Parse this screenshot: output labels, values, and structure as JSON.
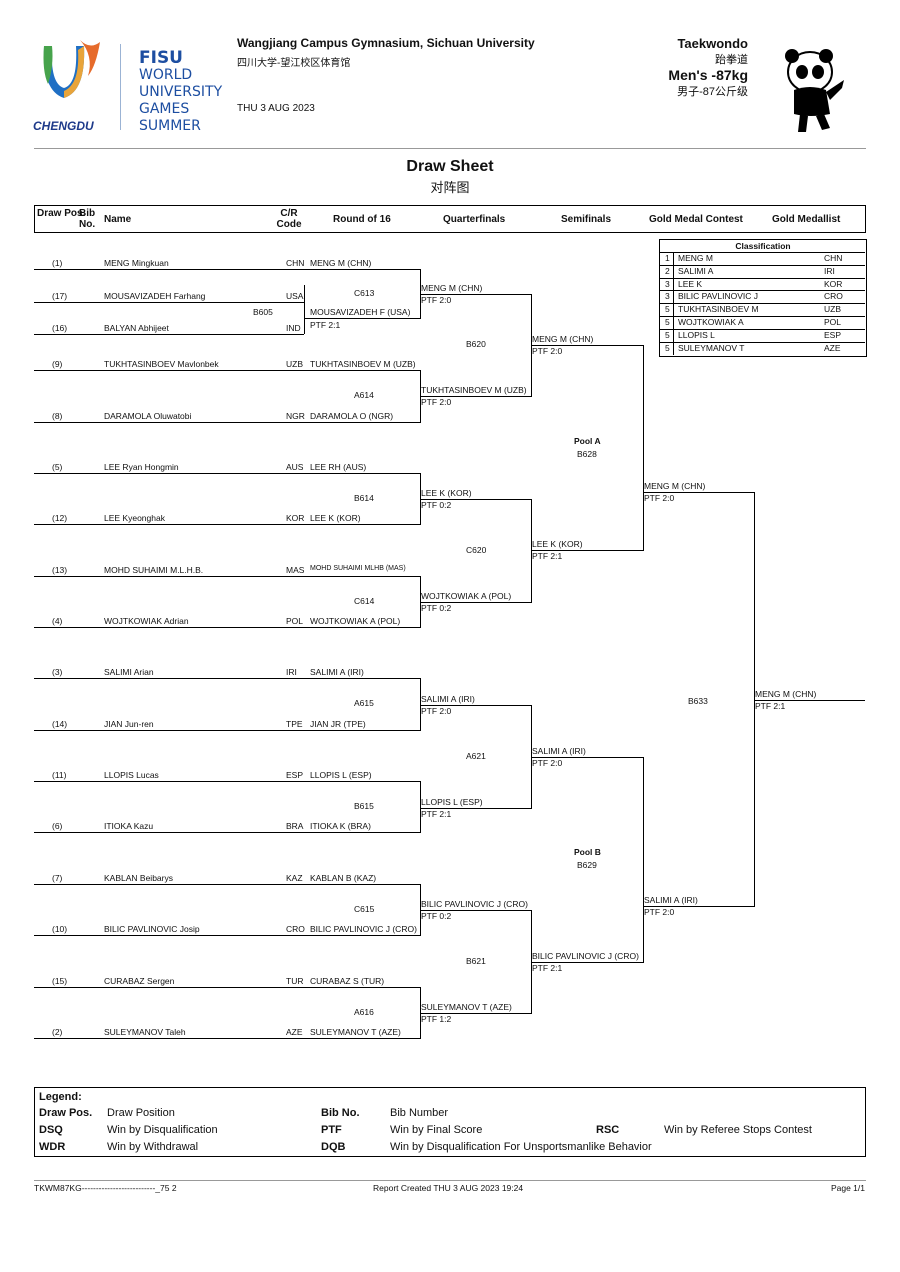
{
  "header": {
    "logo_city": "CHENGDU",
    "fisu_line1": "FISU",
    "fisu_line2": "WORLD",
    "fisu_line3": "UNIVERSITY",
    "fisu_line4": "GAMES",
    "fisu_line5": "SUMMER",
    "venue": "Wangjiang Campus Gymnasium, Sichuan University",
    "venue_cn": "四川大学-望江校区体育馆",
    "date": "THU 3 AUG 2023",
    "sport": "Taekwondo",
    "sport_cn": "跆拳道",
    "event": "Men's -87kg",
    "event_cn": "男子-87公斤级"
  },
  "title": "Draw Sheet",
  "title_cn": "对阵图",
  "columns": {
    "draw_pos": "Draw Pos.",
    "bib_no": "Bib No.",
    "name": "Name",
    "cr_code": "C/R Code",
    "r16": "Round of 16",
    "qf": "Quarterfinals",
    "sf": "Semifinals",
    "gmc": "Gold Medal Contest",
    "gm": "Gold Medallist"
  },
  "athletes": [
    {
      "pos": "(1)",
      "name": "MENG Mingkuan",
      "code": "CHN",
      "r16": "MENG M (CHN)"
    },
    {
      "pos": "(17)",
      "name": "MOUSAVIZADEH Farhang",
      "code": "USA",
      "r16": ""
    },
    {
      "pos": "(16)",
      "name": "BALYAN Abhijeet",
      "code": "IND",
      "r16": "PTF  2:1"
    },
    {
      "pos": "(9)",
      "name": "TUKHTASINBOEV Mavlonbek",
      "code": "UZB",
      "r16": "TUKHTASINBOEV M (UZB)"
    },
    {
      "pos": "(8)",
      "name": "DARAMOLA Oluwatobi",
      "code": "NGR",
      "r16": "DARAMOLA O (NGR)"
    },
    {
      "pos": "(5)",
      "name": "LEE Ryan Hongmin",
      "code": "AUS",
      "r16": "LEE RH (AUS)"
    },
    {
      "pos": "(12)",
      "name": "LEE Kyeonghak",
      "code": "KOR",
      "r16": "LEE K (KOR)"
    },
    {
      "pos": "(13)",
      "name": "MOHD SUHAIMI M.L.H.B.",
      "code": "MAS",
      "r16": "MOHD SUHAIMI MLHB (MAS)"
    },
    {
      "pos": "(4)",
      "name": "WOJTKOWIAK Adrian",
      "code": "POL",
      "r16": "WOJTKOWIAK A (POL)"
    },
    {
      "pos": "(3)",
      "name": "SALIMI Arian",
      "code": "IRI",
      "r16": "SALIMI A (IRI)"
    },
    {
      "pos": "(14)",
      "name": "JIAN Jun-ren",
      "code": "TPE",
      "r16": "JIAN JR (TPE)"
    },
    {
      "pos": "(11)",
      "name": "LLOPIS Lucas",
      "code": "ESP",
      "r16": "LLOPIS L (ESP)"
    },
    {
      "pos": "(6)",
      "name": "ITIOKA Kazu",
      "code": "BRA",
      "r16": "ITIOKA K (BRA)"
    },
    {
      "pos": "(7)",
      "name": "KABLAN Beibarys",
      "code": "KAZ",
      "r16": "KABLAN B (KAZ)"
    },
    {
      "pos": "(10)",
      "name": "BILIC PAVLINOVIC Josip",
      "code": "CRO",
      "r16": "BILIC PAVLINOVIC J (CRO)"
    },
    {
      "pos": "(15)",
      "name": "CURABAZ Sergen",
      "code": "TUR",
      "r16": "CURABAZ S (TUR)"
    },
    {
      "pos": "(2)",
      "name": "SULEYMANOV Taleh",
      "code": "AZE",
      "r16": "SULEYMANOV T (AZE)"
    }
  ],
  "prelim": {
    "bout": "B605",
    "winner": "MOUSAVIZADEH F (USA)",
    "bout_c": "C613"
  },
  "r16_bouts": [
    "C613",
    "A614",
    "B614",
    "C614",
    "A615",
    "B615",
    "C615",
    "A616"
  ],
  "qf": [
    {
      "winner": "MENG M (CHN)",
      "score": "PTF  2:0"
    },
    {
      "winner": "TUKHTASINBOEV M (UZB)",
      "score": "PTF  2:0"
    },
    {
      "winner": "LEE K (KOR)",
      "score": "PTF  0:2"
    },
    {
      "winner": "WOJTKOWIAK A (POL)",
      "score": "PTF  0:2"
    },
    {
      "winner": "SALIMI A (IRI)",
      "score": "PTF  2:0"
    },
    {
      "winner": "LLOPIS L (ESP)",
      "score": "PTF  2:1"
    },
    {
      "winner": "BILIC PAVLINOVIC J (CRO)",
      "score": "PTF  0:2"
    },
    {
      "winner": "SULEYMANOV T (AZE)",
      "score": "PTF  1:2"
    }
  ],
  "qf_bouts": [
    "B620",
    "C620",
    "A621",
    "B621"
  ],
  "sf": [
    {
      "winner": "MENG M (CHN)",
      "score": "PTF  2:0"
    },
    {
      "winner": "LEE K (KOR)",
      "score": "PTF  2:1"
    },
    {
      "winner": "SALIMI A (IRI)",
      "score": "PTF  2:0"
    },
    {
      "winner": "BILIC PAVLINOVIC J (CRO)",
      "score": "PTF  2:1"
    }
  ],
  "pools": [
    {
      "name": "Pool A",
      "bout": "B628"
    },
    {
      "name": "Pool B",
      "bout": "B629"
    }
  ],
  "final_entrants": [
    {
      "winner": "MENG M (CHN)",
      "score": "PTF  2:0"
    },
    {
      "winner": "SALIMI A (IRI)",
      "score": "PTF  2:0"
    }
  ],
  "final_bout": "B633",
  "gold": {
    "winner": "MENG M (CHN)",
    "score": "PTF  2:1"
  },
  "classification": {
    "title": "Classification",
    "rows": [
      {
        "rank": "1",
        "name": "MENG M",
        "code": "CHN"
      },
      {
        "rank": "2",
        "name": "SALIMI A",
        "code": "IRI"
      },
      {
        "rank": "3",
        "name": "LEE K",
        "code": "KOR"
      },
      {
        "rank": "3",
        "name": "BILIC PAVLINOVIC J",
        "code": "CRO"
      },
      {
        "rank": "5",
        "name": "TUKHTASINBOEV M",
        "code": "UZB"
      },
      {
        "rank": "5",
        "name": "WOJTKOWIAK A",
        "code": "POL"
      },
      {
        "rank": "5",
        "name": "LLOPIS L",
        "code": "ESP"
      },
      {
        "rank": "5",
        "name": "SULEYMANOV T",
        "code": "AZE"
      }
    ]
  },
  "legend": {
    "title": "Legend:",
    "items": [
      {
        "abbr": "Draw Pos.",
        "desc": "Draw Position"
      },
      {
        "abbr": "Bib No.",
        "desc": "Bib Number"
      },
      {
        "abbr": "DSQ",
        "desc": "Win by Disqualification"
      },
      {
        "abbr": "PTF",
        "desc": "Win by Final Score"
      },
      {
        "abbr": "RSC",
        "desc": "Win by Referee Stops Contest"
      },
      {
        "abbr": "WDR",
        "desc": "Win by Withdrawal"
      },
      {
        "abbr": "DQB",
        "desc": "Win by Disqualification For Unsportsmanlike Behavior"
      }
    ]
  },
  "footer": {
    "code": "TKWM87KG--------------------------_75 2",
    "created": "Report Created THU 3 AUG 2023 19:24",
    "page": "Page 1/1"
  }
}
